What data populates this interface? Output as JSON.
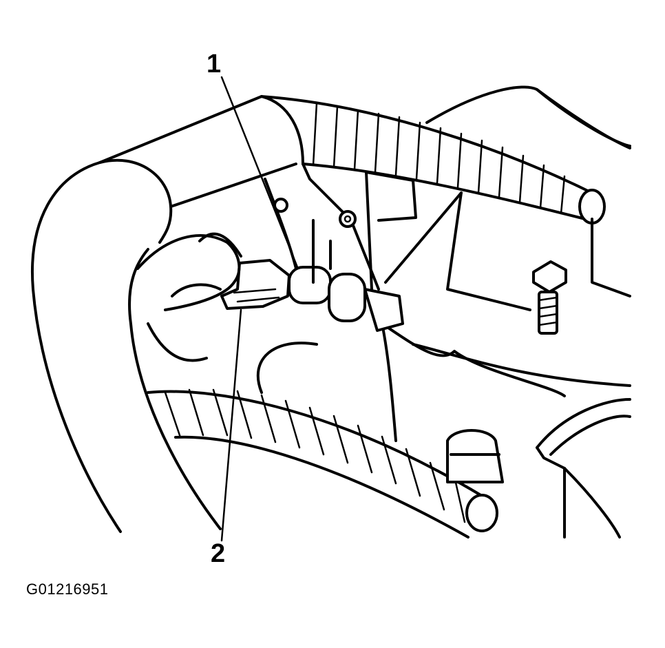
{
  "figure": {
    "callouts": [
      {
        "id": "1",
        "label": "1"
      },
      {
        "id": "2",
        "label": "2"
      }
    ],
    "figure_id": "G01216951"
  },
  "colors": {
    "line": "#000000",
    "background": "#ffffff"
  }
}
